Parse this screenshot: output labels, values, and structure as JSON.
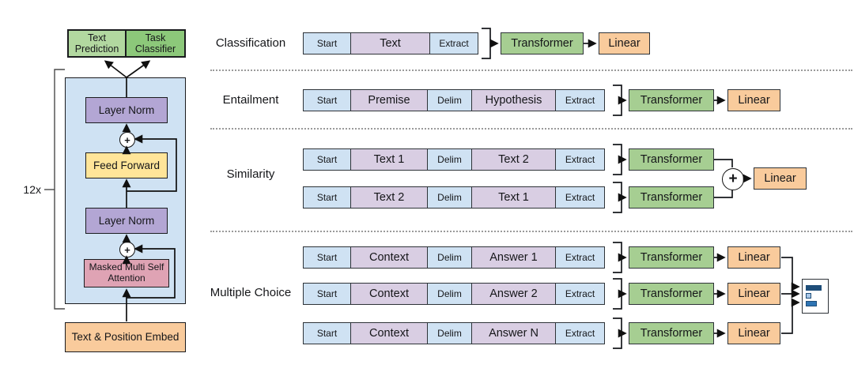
{
  "colors": {
    "token_blue": "#cfe2f3",
    "token_lavender": "#d9cee3",
    "transformer_green": "#a6ce92",
    "linear_orange": "#f9cb9c",
    "text_prediction_green": "#b2d8a0",
    "task_classifier_green": "#8cc87a",
    "layer_norm_purple": "#b3a6d4",
    "feed_forward_yellow": "#ffe599",
    "attention_pink": "#dfa3b4",
    "embed_orange": "#f9cb9c",
    "transformer_body_blue": "#cfe2f3",
    "separator_gray": "#9a9a9a"
  },
  "figure": {
    "model": {
      "heads": [
        {
          "label": "Text Prediction"
        },
        {
          "label": "Task Classifier"
        }
      ],
      "repeat_label": "12x",
      "layer_norm_top": "Layer Norm",
      "feed_forward": "Feed Forward",
      "layer_norm_bottom": "Layer Norm",
      "masked_attention": "Masked Multi Self Attention",
      "embed": "Text & Position Embed",
      "residual_plus": "+"
    },
    "tasks": [
      {
        "label": "Classification",
        "rows": [
          {
            "cells": [
              "Start",
              "Text",
              "Extract"
            ],
            "transformer": "Transformer",
            "linear": "Linear"
          }
        ]
      },
      {
        "label": "Entailment",
        "rows": [
          {
            "cells": [
              "Start",
              "Premise",
              "Delim",
              "Hypothesis",
              "Extract"
            ],
            "transformer": "Transformer",
            "linear": "Linear"
          }
        ]
      },
      {
        "label": "Similarity",
        "combine": "+",
        "linear": "Linear",
        "rows": [
          {
            "cells": [
              "Start",
              "Text 1",
              "Delim",
              "Text 2",
              "Extract"
            ],
            "transformer": "Transformer"
          },
          {
            "cells": [
              "Start",
              "Text 2",
              "Delim",
              "Text 1",
              "Extract"
            ],
            "transformer": "Transformer"
          }
        ]
      },
      {
        "label": "Multiple Choice",
        "rows": [
          {
            "cells": [
              "Start",
              "Context",
              "Delim",
              "Answer 1",
              "Extract"
            ],
            "transformer": "Transformer",
            "linear": "Linear"
          },
          {
            "cells": [
              "Start",
              "Context",
              "Delim",
              "Answer 2",
              "Extract"
            ],
            "transformer": "Transformer",
            "linear": "Linear"
          },
          {
            "cells": [
              "Start",
              "Context",
              "Delim",
              "Answer N",
              "Extract"
            ],
            "transformer": "Transformer",
            "linear": "Linear"
          }
        ]
      }
    ],
    "answer_chart": {
      "bars": [
        {
          "value": 0.85,
          "color": "#1f4e79"
        },
        {
          "value": 0.28,
          "color": "#a9c7e7"
        },
        {
          "value": 0.58,
          "color": "#2e74b3"
        }
      ]
    }
  }
}
